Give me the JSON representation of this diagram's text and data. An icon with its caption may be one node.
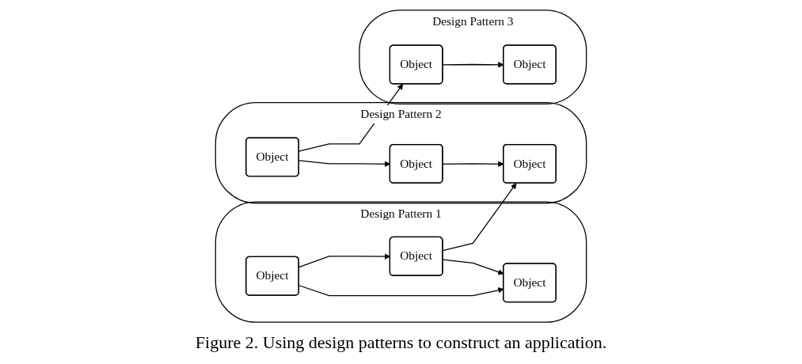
{
  "diagram": {
    "caption": "Figure 2. Using design patterns to construct an application.",
    "nodes": [
      {
        "text": [
          "Design Pattern 1"
        ]
      },
      {
        "text": [
          "Object"
        ],
        "in": 0
      },
      {
        "text": [
          "Object"
        ],
        "in": 0
      },
      {
        "text": [
          "Object"
        ],
        "in": 0
      },
      {
        "text": [
          "Design Pattern 2"
        ]
      },
      {
        "text": [
          "Object"
        ],
        "in": 4
      },
      {
        "text": [
          "Object"
        ],
        "in": 4
      },
      {
        "text": [
          "Object"
        ],
        "in": 4
      },
      {
        "text": [
          "Design Pattern 3"
        ]
      },
      {
        "text": [
          "Object"
        ],
        "in": 8
      },
      {
        "text": [
          "Object"
        ],
        "in": 8
      }
    ],
    "edges": [
      {
        "from": 2,
        "to": 1,
        "arrow": "to"
      },
      {
        "from": 1,
        "to": 3,
        "arrow": "to"
      },
      {
        "from": 2,
        "to": 3,
        "arrow": "to"
      },
      {
        "from": 1,
        "to": 7,
        "arrow": "to"
      },
      {
        "from": 6,
        "to": 5,
        "arrow": "to"
      },
      {
        "from": 5,
        "to": 7,
        "arrow": "to"
      },
      {
        "from": 6,
        "to": 9,
        "arrow": "to"
      },
      {
        "from": 9,
        "to": 10,
        "arrow": "to"
      }
    ]
  }
}
